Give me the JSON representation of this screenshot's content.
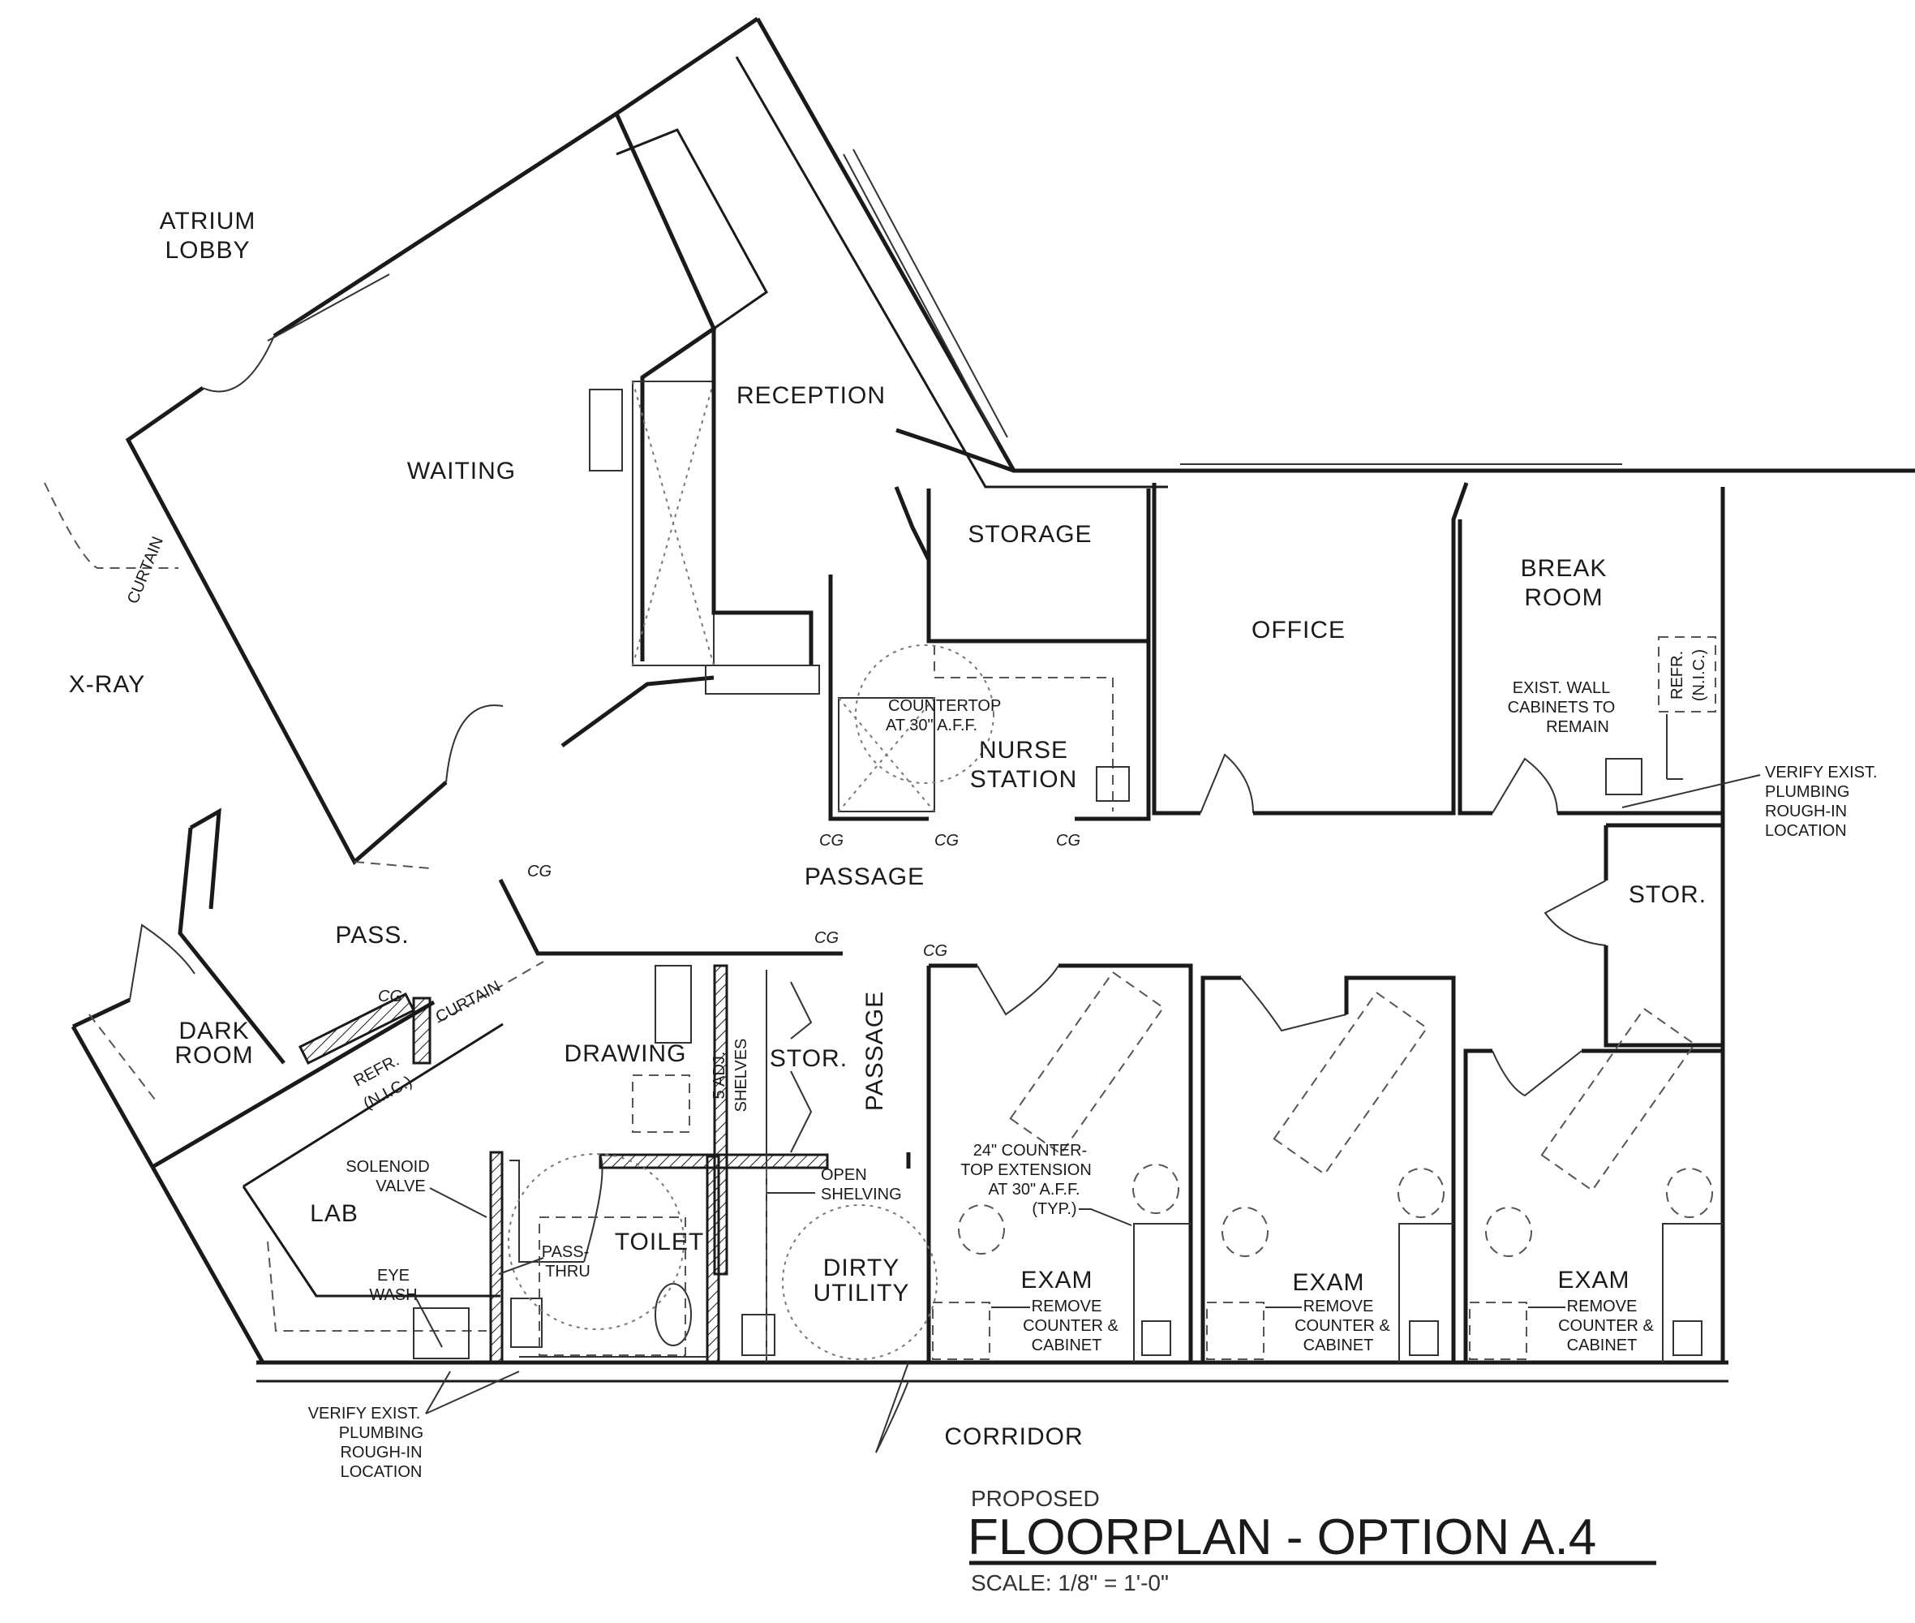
{
  "title": {
    "prefix": "PROPOSED",
    "main": "FLOORPLAN - OPTION A.4",
    "scale": "SCALE:  1/8\" = 1'-0\""
  },
  "rooms": {
    "atrium_1": "ATRIUM",
    "atrium_2": "LOBBY",
    "waiting": "WAITING",
    "reception": "RECEPTION",
    "storage": "STORAGE",
    "office": "OFFICE",
    "break_1": "BREAK",
    "break_2": "ROOM",
    "xray": "X-RAY",
    "nurse_1": "NURSE",
    "nurse_2": "STATION",
    "passage": "PASSAGE",
    "stor_right": "STOR.",
    "pass": "PASS.",
    "dark_1": "DARK",
    "dark_2": "ROOM",
    "drawing": "DRAWING",
    "stor_mid": "STOR.",
    "passage_vertical": "PASSAGE",
    "lab": "LAB",
    "toilet": "TOILET",
    "dirty_1": "DIRTY",
    "dirty_2": "UTILITY",
    "exam_1": "EXAM",
    "exam_2": "EXAM",
    "exam_3": "EXAM",
    "corridor": "CORRIDOR"
  },
  "notes": {
    "curtain_xray": "CURTAIN",
    "curtain_pass": "CURTAIN",
    "countertop_1": "COUNTERTOP",
    "countertop_2": "AT 30\" A.F.F.",
    "cabinets_1": "EXIST. WALL",
    "cabinets_2": "CABINETS TO",
    "cabinets_3": "REMAIN",
    "refr_break_1": "REFR.",
    "refr_break_2": "(N.I.C.)",
    "verify_right_1": "VERIFY EXIST.",
    "verify_right_2": "PLUMBING",
    "verify_right_3": "ROUGH-IN",
    "verify_right_4": "LOCATION",
    "refr_lab_1": "REFR.",
    "refr_lab_2": "(N.I.C.)",
    "shelves_1": "5 ADJ.",
    "shelves_2": "SHELVES",
    "solenoid_1": "SOLENOID",
    "solenoid_2": "VALVE",
    "passthru_1": "PASS-",
    "passthru_2": "THRU",
    "eyewash_1": "EYE",
    "eyewash_2": "WASH",
    "open_1": "OPEN",
    "open_2": "SHELVING",
    "ext_1": "24\" COUNTER-",
    "ext_2": "TOP EXTENSION",
    "ext_3": "AT 30\" A.F.F.",
    "ext_4": "(TYP.)",
    "remove": [
      "REMOVE",
      "COUNTER &",
      "CABINET"
    ],
    "verify_left_1": "VERIFY EXIST.",
    "verify_left_2": "PLUMBING",
    "verify_left_3": "ROUGH-IN",
    "verify_left_4": "LOCATION"
  },
  "corner_guards": [
    "CG",
    "CG",
    "CG",
    "CG",
    "CG",
    "CG",
    "CG"
  ]
}
